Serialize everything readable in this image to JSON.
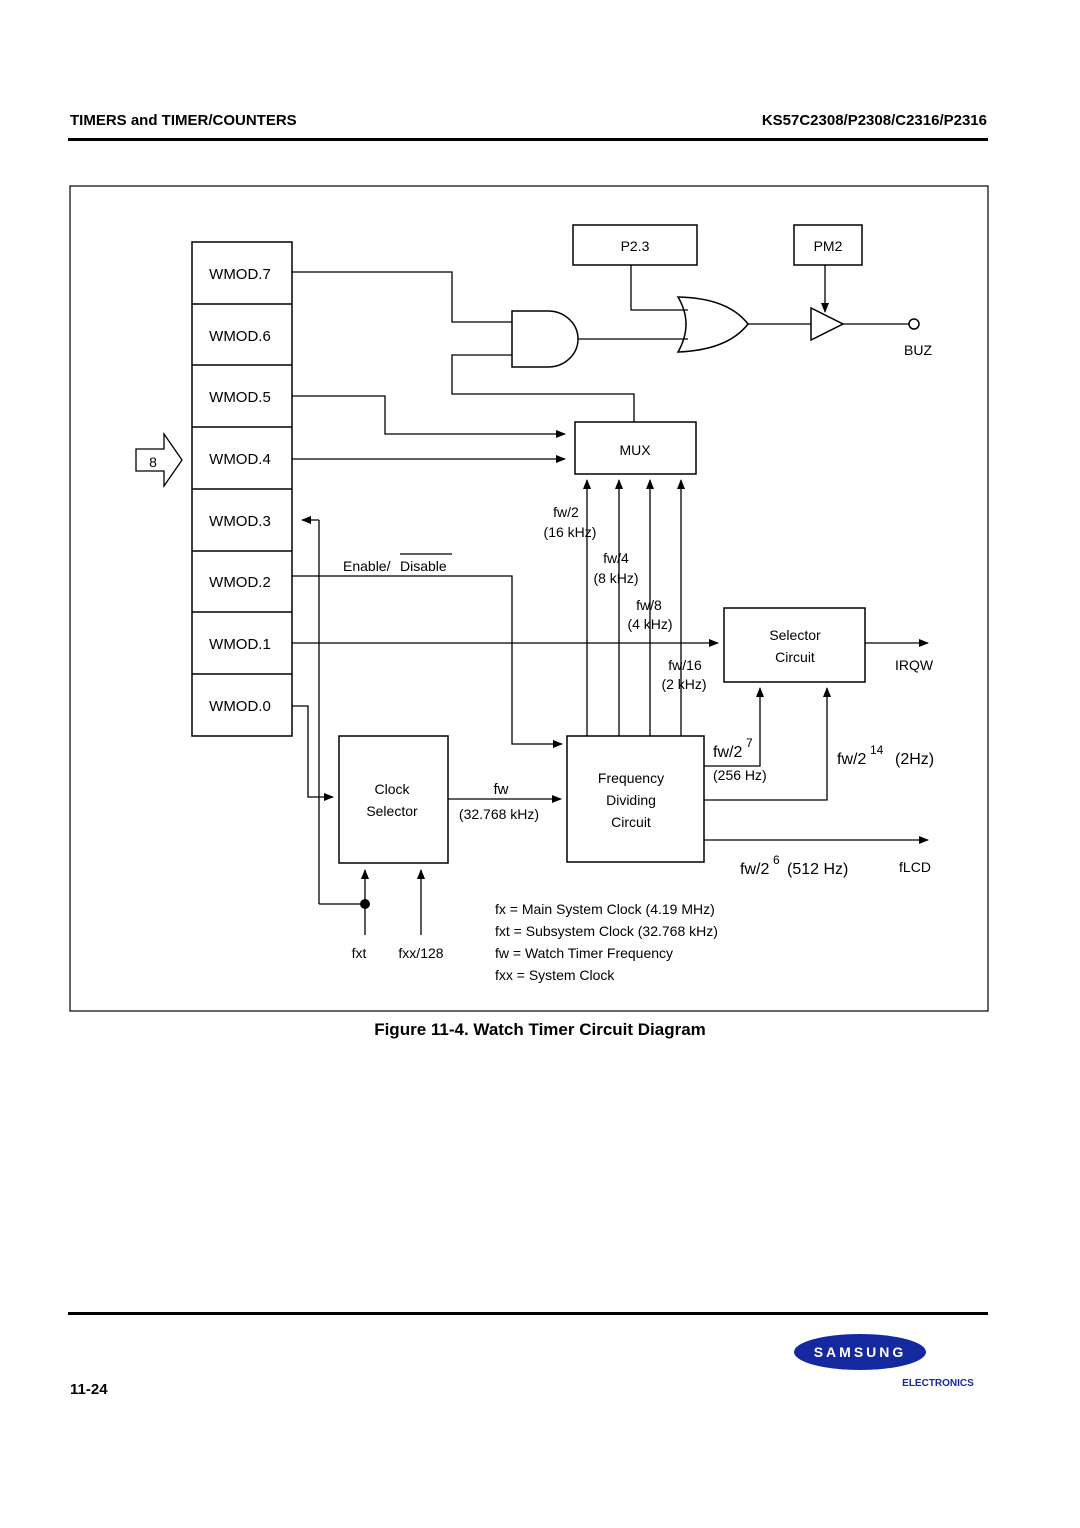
{
  "header": {
    "section": "TIMERS and TIMER/COUNTERS",
    "part_numbers": "KS57C2308/P2308/C2316/P2316"
  },
  "diagram": {
    "wmod_bits": [
      "WMOD.7",
      "WMOD.6",
      "WMOD.5",
      "WMOD.4",
      "WMOD.3",
      "WMOD.2",
      "WMOD.1",
      "WMOD.0"
    ],
    "bus_width": "8",
    "p23": "P2.3",
    "pm2": "PM2",
    "buz": "BUZ",
    "mux": "MUX",
    "enable": "Enable/",
    "disable": "Disable",
    "fw2": "fw/2",
    "fw2_freq": "(16 kHz)",
    "fw4": "fw/4",
    "fw4_freq": "(8 kHz)",
    "fw8": "fw/8",
    "fw8_freq": "(4 kHz)",
    "fw16": "fw/16",
    "fw16_freq": "(2 kHz)",
    "selector_line1": "Selector",
    "selector_line2": "Circuit",
    "irqw": "IRQW",
    "clock_line1": "Clock",
    "clock_line2": "Selector",
    "fw": "fw",
    "fw_freq": "(32.768 kHz)",
    "freq_line1": "Frequency",
    "freq_line2": "Dividing",
    "freq_line3": "Circuit",
    "fw27_base": "fw/2",
    "fw27_exp": "7",
    "fw27_freq": "(256 Hz)",
    "fw214_base": "fw/2",
    "fw214_exp": "14",
    "fw214_freq": "(2Hz)",
    "fw26_base": "fw/2",
    "fw26_exp": "6",
    "fw26_freq": "(512 Hz)",
    "flcd": "fLCD",
    "fxt": "fxt",
    "fxx128": "fxx/128",
    "legend": [
      "fx = Main System Clock (4.19 MHz)",
      "fxt  = Subsystem Clock (32.768 kHz)",
      "fw = Watch Timer Frequency",
      "fxx = System Clock"
    ]
  },
  "caption": "Figure 11-4. Watch Timer Circuit Diagram",
  "footer": {
    "page": "11-24",
    "brand": "SAMSUNG",
    "brand_sub": "ELECTRONICS"
  }
}
